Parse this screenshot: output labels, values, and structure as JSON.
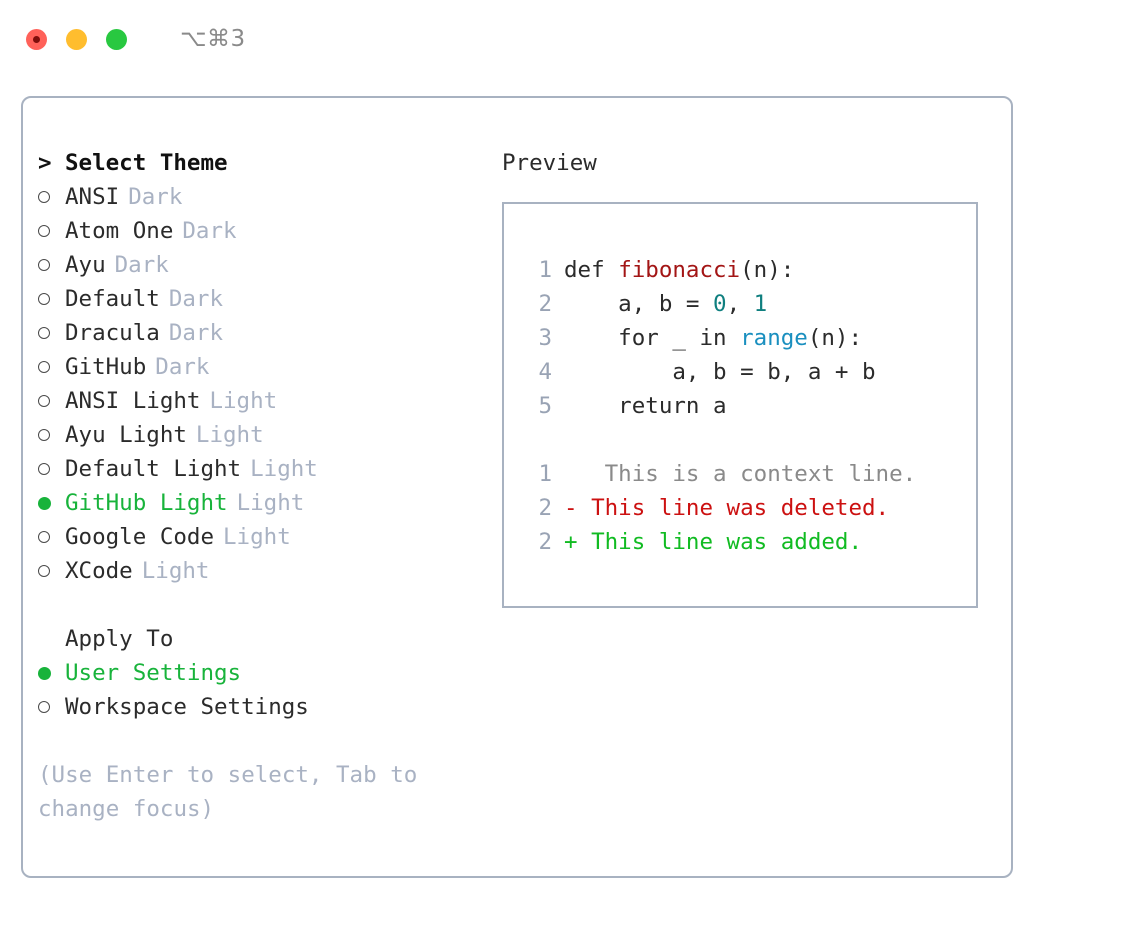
{
  "titlebar": {
    "shortcut": "⌥⌘3",
    "buttons": [
      "close",
      "minimize",
      "zoom"
    ]
  },
  "left": {
    "header": {
      "marker": ">",
      "label": "Select Theme"
    },
    "themes": [
      {
        "marker": "○",
        "selected": false,
        "label": "ANSI",
        "suffix": "Dark"
      },
      {
        "marker": "○",
        "selected": false,
        "label": "Atom One",
        "suffix": "Dark"
      },
      {
        "marker": "○",
        "selected": false,
        "label": "Ayu",
        "suffix": "Dark"
      },
      {
        "marker": "○",
        "selected": false,
        "label": "Default",
        "suffix": "Dark"
      },
      {
        "marker": "○",
        "selected": false,
        "label": "Dracula",
        "suffix": "Dark"
      },
      {
        "marker": "○",
        "selected": false,
        "label": "GitHub",
        "suffix": "Dark"
      },
      {
        "marker": "○",
        "selected": false,
        "label": "ANSI Light",
        "suffix": "Light"
      },
      {
        "marker": "○",
        "selected": false,
        "label": "Ayu Light",
        "suffix": "Light"
      },
      {
        "marker": "○",
        "selected": false,
        "label": "Default Light",
        "suffix": "Light"
      },
      {
        "marker": "●",
        "selected": true,
        "label": "GitHub Light",
        "suffix": "Light"
      },
      {
        "marker": "○",
        "selected": false,
        "label": "Google Code",
        "suffix": "Light"
      },
      {
        "marker": "○",
        "selected": false,
        "label": "XCode",
        "suffix": "Light"
      }
    ],
    "apply_to": {
      "title": "Apply To",
      "options": [
        {
          "marker": "●",
          "selected": true,
          "label": "User Settings"
        },
        {
          "marker": "○",
          "selected": false,
          "label": "Workspace Settings"
        }
      ]
    },
    "hint": "(Use Enter to select, Tab to change focus)"
  },
  "right": {
    "title": "Preview",
    "code_lines": [
      {
        "no": "1",
        "parts": [
          {
            "t": "def ",
            "c": "plain"
          },
          {
            "t": "fibonacci",
            "c": "fn"
          },
          {
            "t": "(n):",
            "c": "plain"
          }
        ]
      },
      {
        "no": "2",
        "parts": [
          {
            "t": "    a, b = ",
            "c": "plain"
          },
          {
            "t": "0",
            "c": "num"
          },
          {
            "t": ", ",
            "c": "plain"
          },
          {
            "t": "1",
            "c": "num"
          }
        ]
      },
      {
        "no": "3",
        "parts": [
          {
            "t": "    for _ in ",
            "c": "plain"
          },
          {
            "t": "range",
            "c": "call"
          },
          {
            "t": "(n):",
            "c": "plain"
          }
        ]
      },
      {
        "no": "4",
        "parts": [
          {
            "t": "        a, b = b, a + b",
            "c": "plain"
          }
        ]
      },
      {
        "no": "5",
        "parts": [
          {
            "t": "    return a",
            "c": "plain"
          }
        ]
      }
    ],
    "diff_lines": [
      {
        "no": "1",
        "sign": " ",
        "text": "  This is a context line.",
        "kind": "ctx"
      },
      {
        "no": "2",
        "sign": "-",
        "text": " This line was deleted.",
        "kind": "del"
      },
      {
        "no": "2",
        "sign": "+",
        "text": " This line was added.",
        "kind": "add"
      }
    ]
  },
  "colors": {
    "accent_green": "#18b33b",
    "muted": "#a9b2c3",
    "border": "#a8b2c1",
    "diff_delete": "#cc1111",
    "diff_add": "#11bb22",
    "syntax_function": "#a31515",
    "syntax_number": "#0f7f7f",
    "syntax_call": "#1a8fbf"
  }
}
